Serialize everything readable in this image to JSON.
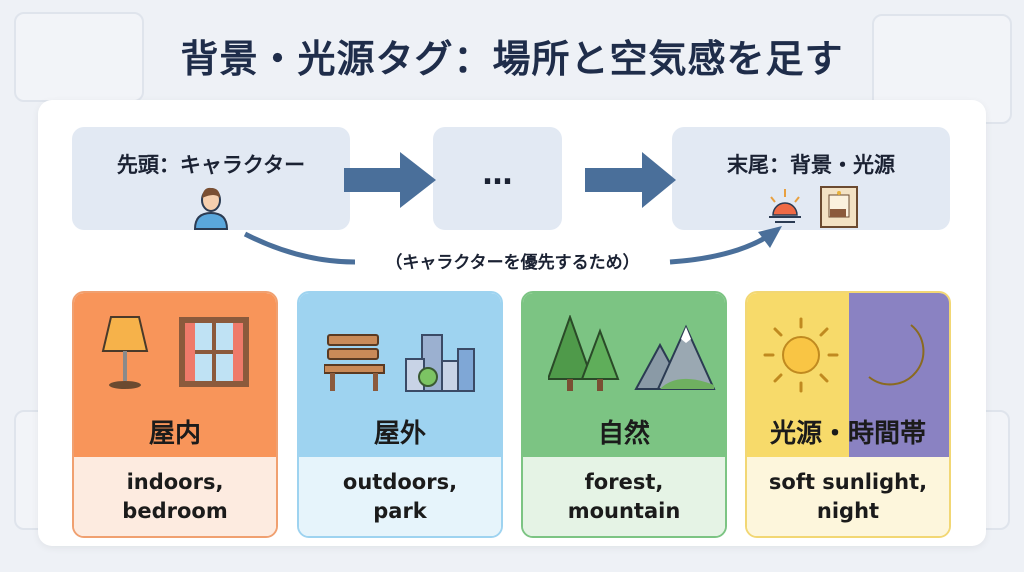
{
  "title": "背景・光源タグ：場所と空気感を足す",
  "flow": {
    "first": {
      "label": "先頭：キャラクター",
      "icon": "person-icon"
    },
    "middle": {
      "label": "…"
    },
    "last": {
      "label": "末尾：背景・光源",
      "icons": [
        "sunset-icon",
        "bedroom-icon"
      ]
    },
    "note": "（キャラクターを優先するため）"
  },
  "cards": [
    {
      "label": "屋内",
      "tags": [
        "indoors,",
        "bedroom"
      ],
      "color": "#f8955a",
      "bottom": "#fdebe0"
    },
    {
      "label": "屋外",
      "tags": [
        "outdoors,",
        "park"
      ],
      "color": "#9ed3f0",
      "bottom": "#e6f4fb"
    },
    {
      "label": "自然",
      "tags": [
        "forest,",
        "mountain"
      ],
      "color": "#7cc483",
      "bottom": "#e5f3e5"
    },
    {
      "label": "光源・時間帯",
      "tags": [
        "soft sunlight,",
        "night"
      ],
      "color": "#f7da6a",
      "night_color": "#8a82c2",
      "bottom": "#fdf6dc"
    }
  ]
}
